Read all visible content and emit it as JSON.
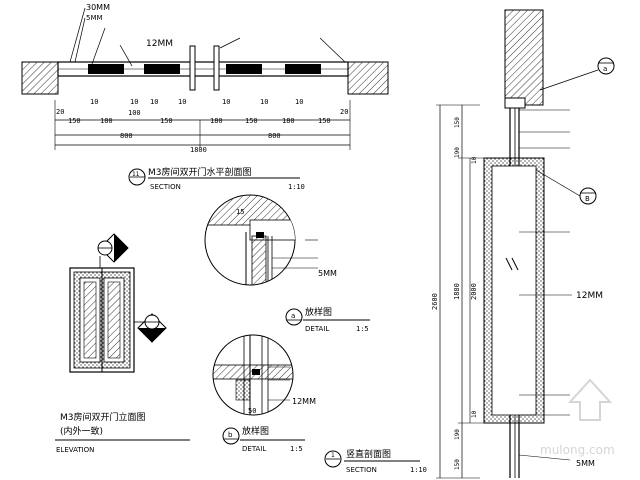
{
  "plan_section": {
    "top_notes": [
      "30MM",
      "5MM",
      "12MM"
    ],
    "dims_small": [
      "20",
      "10",
      "10",
      "10",
      "10",
      "10",
      "10",
      "10",
      "20"
    ],
    "dims_mid": [
      "150",
      "180",
      "100",
      "150",
      "180",
      "150",
      "180",
      "150"
    ],
    "dims_half": [
      "800",
      "800"
    ],
    "dim_total": "1800",
    "marker_num": "11",
    "title": "M3房间双开门水平剖面图",
    "subtitle": "SECTION",
    "scale": "1:10"
  },
  "elevation": {
    "title_line1": "M3房间双开门立面图",
    "title_line2": "(内外一致)",
    "subtitle": "ELEVATION"
  },
  "detail_a": {
    "dim_top": "15",
    "note": "5MM",
    "marker": "a",
    "title": "放样图",
    "subtitle": "DETAIL",
    "scale": "1:5"
  },
  "detail_b": {
    "dim_bottom": "50",
    "note": "12MM",
    "marker": "b",
    "title": "放样图",
    "subtitle": "DETAIL",
    "scale": "1:5"
  },
  "vertical_section": {
    "marker_num": "1",
    "title": "竖直剖面图",
    "subtitle": "SECTION",
    "scale": "1:10",
    "note_12mm": "12MM",
    "note_5mm": "5MM",
    "callout_a": "a",
    "callout_b": "B",
    "dim_total": "2600",
    "dim_1880": "1880",
    "dim_2000": "2000",
    "dims_top": [
      "150",
      "190",
      "10"
    ],
    "dims_bottom": [
      "10",
      "190",
      "150"
    ]
  },
  "watermark": "mulong.com"
}
